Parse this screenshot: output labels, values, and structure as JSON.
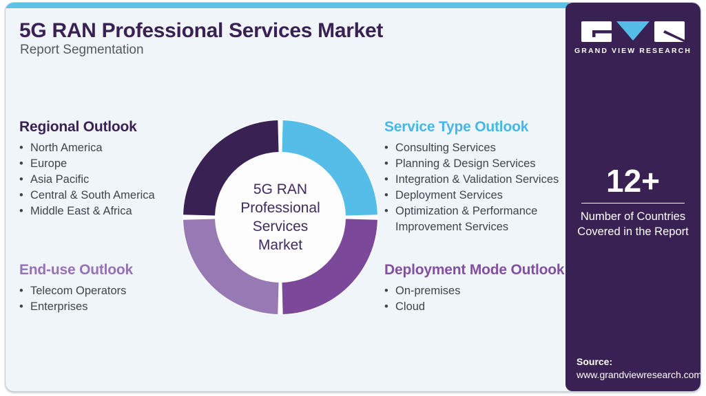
{
  "page": {
    "title": "5G RAN Professional Services Market",
    "subtitle": "Report Segmentation"
  },
  "sections": {
    "regional": {
      "heading": "Regional Outlook",
      "color": "#3a2153",
      "items": [
        "North America",
        "Europe",
        "Asia Pacific",
        "Central & South America",
        "Middle East & Africa"
      ]
    },
    "service_type": {
      "heading": "Service Type Outlook",
      "color": "#47b7e8",
      "items": [
        "Consulting Services",
        "Planning & Design Services",
        "Integration & Validation Services",
        "Deployment Services",
        "Optimization & Performance Improvement Services"
      ]
    },
    "end_use": {
      "heading": "End-use Outlook",
      "color": "#9671b5",
      "items": [
        "Telecom Operators",
        "Enterprises"
      ]
    },
    "deployment_mode": {
      "heading": "Deployment Mode Outlook",
      "color": "#8150a0",
      "items": [
        "On-premises",
        "Cloud"
      ]
    }
  },
  "chart_data": {
    "type": "donut",
    "title": "5G RAN Professional Services Market",
    "center_label_lines": [
      "5G RAN",
      "Professional",
      "Services",
      "Market"
    ],
    "segments": [
      {
        "label": "Service Type Outlook",
        "value": 25,
        "start_angle": 0,
        "end_angle": 90,
        "color": "#56bde9"
      },
      {
        "label": "Deployment Mode Outlook",
        "value": 25,
        "start_angle": 90,
        "end_angle": 180,
        "color": "#7c4899"
      },
      {
        "label": "End-use Outlook",
        "value": 25,
        "start_angle": 180,
        "end_angle": 270,
        "color": "#9779b4"
      },
      {
        "label": "Regional Outlook",
        "value": 25,
        "start_angle": 270,
        "end_angle": 360,
        "color": "#3a2153"
      }
    ],
    "gap_degrees": 3,
    "outer_radius": 141,
    "inner_radius": 95,
    "legend_position": "none"
  },
  "sidebar": {
    "brand_name": "GRAND VIEW RESEARCH",
    "stat_value": "12+",
    "stat_caption": "Number of Countries Covered in the Report",
    "source_label": "Source:",
    "source_url": "www.grandviewresearch.com",
    "bg_color": "#3a2153"
  },
  "colors": {
    "accent_strip_blue": "#5ec1ea",
    "card_background": "#f0f5fa",
    "dark_purple": "#3a2153",
    "body_text_gray": "#3f444b"
  }
}
